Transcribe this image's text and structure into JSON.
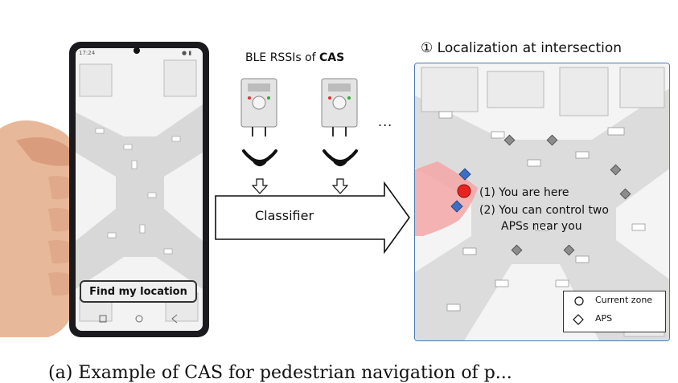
{
  "phone": {
    "status_time": "17:24",
    "status_icons": "● ▮",
    "find_button_label": "Find my location"
  },
  "sensors": {
    "title_prefix": "BLE RSSIs of ",
    "title_bold": "CAS",
    "ellipsis": "..."
  },
  "classifier": {
    "label": "Classifier"
  },
  "panel": {
    "title": "① Localization at intersection",
    "note_1": "(1)  You are here",
    "note_2": "(2)  You can control two",
    "note_3": "APSs near you"
  },
  "legend": {
    "current_zone": "Current zone",
    "aps": "APS"
  },
  "caption": {
    "text": "(a) Example of CAS for pedestrian navigation of p..."
  },
  "colors": {
    "zone_fill": "#f4a6a6",
    "you_marker": "#e8231f",
    "near_aps": "#3a6fc4",
    "panel_border": "#4a7ab5"
  }
}
